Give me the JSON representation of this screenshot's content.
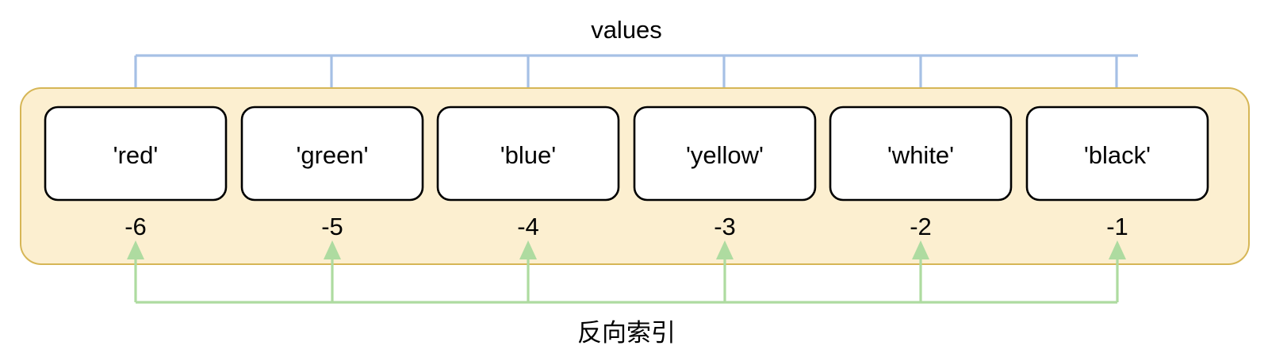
{
  "diagram": {
    "top_caption": "values",
    "bottom_caption": "反向索引",
    "container": {
      "fill_color": "#fcefd0",
      "border_color": "#d6b656"
    },
    "value_arrow_color": "#a6c0e5",
    "index_arrow_color": "#aedba0",
    "cells": [
      {
        "value": "'red'",
        "index": "-6"
      },
      {
        "value": "'green'",
        "index": "-5"
      },
      {
        "value": "'blue'",
        "index": "-4"
      },
      {
        "value": "'yellow'",
        "index": "-3"
      },
      {
        "value": "'white'",
        "index": "-2"
      },
      {
        "value": "'black'",
        "index": "-1"
      }
    ]
  }
}
